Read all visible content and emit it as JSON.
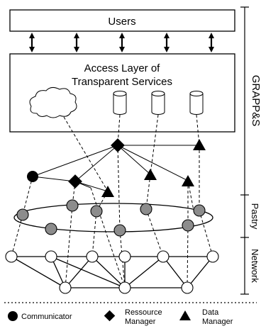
{
  "boxes": {
    "users": "Users",
    "access_line1": "Access Layer of",
    "access_line2": "Transparent Services"
  },
  "side_labels": {
    "grapps": "GRAPP&S",
    "pastry": "Pastry",
    "network": "Network"
  },
  "legend": {
    "communicator": "Communicator",
    "resource_line1": "Ressource",
    "resource_line2": "Manager",
    "data_line1": "Data",
    "data_line2": "Manager"
  },
  "colors": {
    "pastry_node": "#8c8c8c",
    "network_node": "#ffffff",
    "communicator": "#000000"
  }
}
